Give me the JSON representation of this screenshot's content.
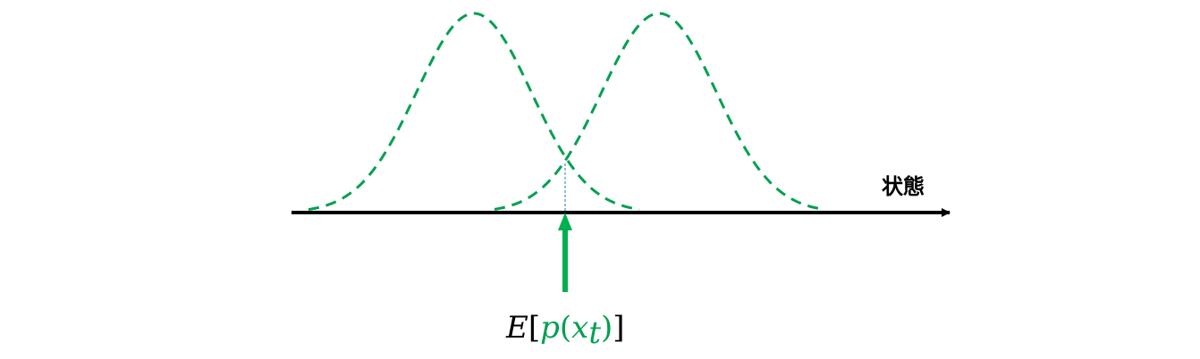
{
  "axis": {
    "label": "状態"
  },
  "expectation": {
    "operator": "E",
    "open_bracket": "[",
    "close_bracket": "]",
    "func": "p",
    "open_paren": "(",
    "close_paren": ")",
    "var": "x",
    "subscript": "t"
  },
  "colors": {
    "axis": "#000000",
    "curve": "#00a050",
    "arrow": "#00b050",
    "guide": "#2e75b6",
    "operator_text": "#000000",
    "inner_text": "#00a050"
  },
  "curves": [
    {
      "name": "left-distribution",
      "style": "dashed"
    },
    {
      "name": "right-distribution",
      "style": "dashed"
    }
  ]
}
